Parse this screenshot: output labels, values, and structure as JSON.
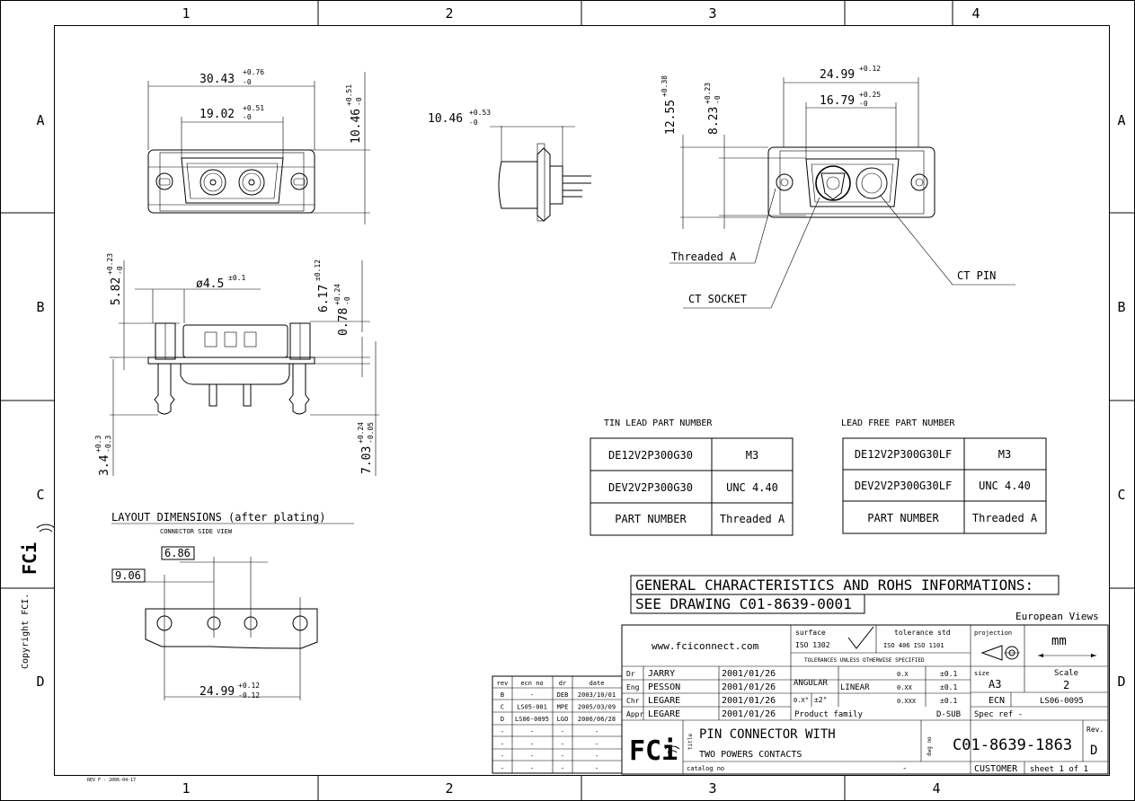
{
  "frame": {
    "top_zones": [
      "1",
      "2",
      "3",
      "4"
    ],
    "bottom_zones": [
      "1",
      "2",
      "3",
      "4"
    ],
    "side_zones": [
      "A",
      "B",
      "C",
      "D"
    ]
  },
  "dims": {
    "w1": "30.43",
    "w1_tol_plus": "+0.76",
    "w1_tol_minus": "-0",
    "w2": "19.02",
    "w2_tol_plus": "+0.51",
    "w2_tol_minus": "-0",
    "h1": "10.46",
    "h1_tol_plus": "+0.51",
    "h1_tol_minus": "-0",
    "side_w": "10.46",
    "side_tol_plus": "+0.53",
    "side_tol_minus": "-0",
    "rw1": "24.99",
    "rw1_tol": "+0.12",
    "rw2": "16.79",
    "rw2_tol_plus": "+0.25",
    "rw2_tol_minus": "-0",
    "rh1": "12.55",
    "rh1_tol": "+0.38",
    "rh2": "8.23",
    "rh2_tol_plus": "+0.23",
    "rh2_tol_minus": "-0",
    "bh1": "5.82",
    "bh1_tol_plus": "+0.23",
    "bh1_tol_minus": "-0",
    "dia": "ø4.5",
    "dia_tol": "±0.1",
    "bh2": "6.17",
    "bh2_tol": "±0.12",
    "bh3": "0.78",
    "bh3_tol_plus": "+0.24",
    "bh3_tol_minus": "-0",
    "bh4": "3.4",
    "bh4_tol_plus": "+0.3",
    "bh4_tol_minus": "-0.3",
    "bh5": "7.03",
    "bh5_tol_plus": "+0.24",
    "bh5_tol_minus": "-0.05",
    "layout_a": "6.86",
    "layout_b": "9.06",
    "layout_w": "24.99",
    "layout_tol_plus": "+0.12",
    "layout_tol_minus": "-0.12"
  },
  "callouts": {
    "threaded": "Threaded A",
    "ct_pin": "CT PIN",
    "ct_socket": "CT SOCKET"
  },
  "layout": {
    "title": "LAYOUT DIMENSIONS (after plating)",
    "subtitle": "CONNECTOR SIDE VIEW"
  },
  "tin_table": {
    "title": "TIN LEAD PART NUMBER",
    "rows": [
      [
        "DE12V2P300G30",
        "M3"
      ],
      [
        "DEV2V2P300G30",
        "UNC 4.40"
      ],
      [
        "PART  NUMBER",
        "Threaded A"
      ]
    ]
  },
  "free_table": {
    "title": "LEAD FREE PART NUMBER",
    "rows": [
      [
        "DE12V2P300G30LF",
        "M3"
      ],
      [
        "DEV2V2P300G30LF",
        "UNC 4.40"
      ],
      [
        "PART  NUMBER",
        "Threaded A"
      ]
    ]
  },
  "notes": {
    "line1": "GENERAL CHARACTERISTICS AND ROHS INFORMATIONS:",
    "line2": "SEE DRAWING C01-8639-0001",
    "views": "European Views"
  },
  "revisions": {
    "headers": [
      "rev",
      "ecn no",
      "dr",
      "date"
    ],
    "rows": [
      [
        "B",
        "-",
        "DEB",
        "2003/10/01"
      ],
      [
        "C",
        "LS05-001",
        "MPE",
        "2005/03/09"
      ],
      [
        "D",
        "LS06-0095",
        "LGO",
        "2006/06/28"
      ],
      [
        "-",
        "-",
        "-",
        "-"
      ],
      [
        "-",
        "-",
        "-",
        "-"
      ],
      [
        "-",
        "-",
        "-",
        "-"
      ],
      [
        "-",
        "-",
        "-",
        "-"
      ]
    ]
  },
  "title_block": {
    "website": "www.fciconnect.com",
    "surface_label": "surface",
    "surface_value": "ISO 1302",
    "tol_label": "tolerance std",
    "tol_value": "ISO 406  ISO 1101",
    "tol_note": "TOLERANCES UNLESS OTHERWISE SPECIFIED",
    "projection_label": "projection",
    "unit": "mm",
    "people": [
      [
        "Dr",
        "JARRY",
        "2001/01/26"
      ],
      [
        "Eng",
        "PESSON",
        "2001/01/26"
      ],
      [
        "Chr",
        "LEGARE",
        "2001/01/26"
      ],
      [
        "Appr",
        "LEGARE",
        "2001/01/26"
      ]
    ],
    "angular": "ANGULAR",
    "angular_val": "0.X°",
    "angular_tol": "±2°",
    "linear": "LINEAR",
    "linear_rows": [
      [
        "0.X",
        "±0.1"
      ],
      [
        "0.XX",
        "±0.1"
      ],
      [
        "0.XXX",
        "±0.1"
      ]
    ],
    "size_label": "size",
    "size_value": "A3",
    "scale_label": "Scale",
    "scale_value": "2",
    "ecn_label": "ECN",
    "ecn_value": "LS06-0095",
    "product_family_label": "Product family",
    "product_family_value": "D-SUB",
    "spec_ref": "Spec ref  -",
    "title_label": "title",
    "title_line1": "PIN CONNECTOR WITH",
    "title_line2": "TWO POWERS CONTACTS",
    "dwg_label": "dwg no",
    "dwg_no": "C01-8639-1863",
    "rev_label": "Rev.",
    "rev_value": "D",
    "catalog_label": "catalog no",
    "catalog_value": "-",
    "customer": "CUSTOMER",
    "sheet": "sheet 1 of 1",
    "logo_text": "FCi"
  },
  "side_text": {
    "copyright": "Copyright FCI.",
    "logo": "FCi",
    "rev_footer": "REV F - 2006-04-17"
  }
}
